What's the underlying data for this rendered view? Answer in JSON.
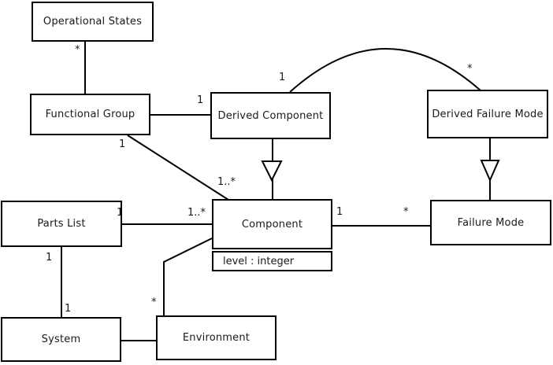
{
  "diagram_type": "uml-class-diagram",
  "classes": {
    "operational_states": "Operational States",
    "functional_group": "Functional Group",
    "derived_component": "Derived Component",
    "derived_failure_mode": "Derived Failure Mode",
    "parts_list": "Parts List",
    "component": "Component",
    "component_attribute": "level : integer",
    "failure_mode": "Failure Mode",
    "system": "System",
    "environment": "Environment"
  },
  "multiplicities": {
    "operational_states_end": "*",
    "derived_component_assoc_end": "1",
    "functional_group_diag_end": "1",
    "component_diag_end": "1..*",
    "derived_component_arc_end": "1",
    "derived_failure_mode_arc_end": "*",
    "parts_list_end": "1",
    "component_parts_end": "1..*",
    "component_failure_end": "1",
    "failure_mode_end": "*",
    "parts_list_system_end": "1",
    "system_end": "1",
    "environment_end": "*"
  },
  "colors": {
    "line": "#000000",
    "background": "#ffffff",
    "text": "#1a1a1a"
  }
}
